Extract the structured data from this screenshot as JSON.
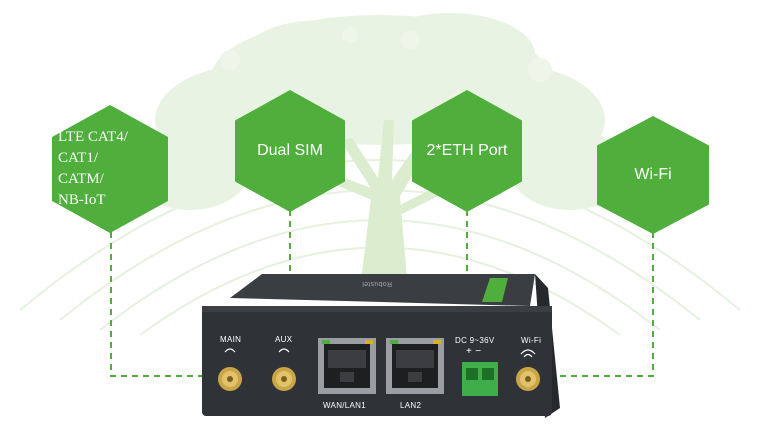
{
  "features": [
    {
      "lines": [
        "LTE CAT4/",
        "CAT1/",
        "CATM/",
        "NB-IoT"
      ]
    },
    {
      "label": "Dual SIM"
    },
    {
      "label": "2*ETH Port"
    },
    {
      "label": "Wi-Fi"
    }
  ],
  "device": {
    "ports": {
      "main": "MAIN",
      "aux": "AUX",
      "power": "DC 9~36V",
      "power_polarity": "+ −",
      "wifi": "Wi-Fi",
      "wan": "WAN/LAN1",
      "lan": "LAN2"
    },
    "brand_mark": "Robustel"
  },
  "colors": {
    "accent_green": "#4fae3c",
    "device_body": "#2f3236",
    "tree_tint": "#e3efdc"
  }
}
